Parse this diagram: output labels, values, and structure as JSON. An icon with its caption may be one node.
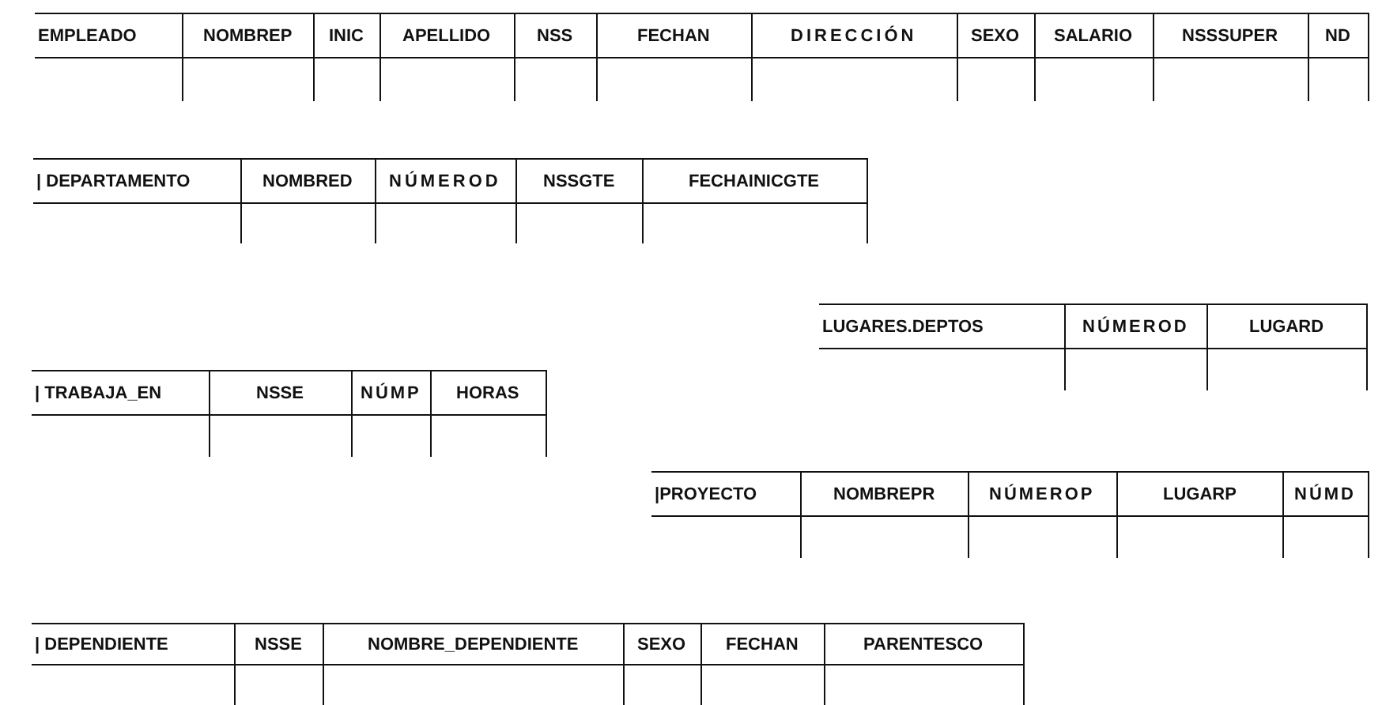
{
  "diagram": {
    "labels": [
      "EMPLEADO",
      "NOMBREP",
      "INIC",
      "APELLIDO",
      "NSS",
      "FECHAN",
      "DIRECCIÓN",
      "SEXO",
      "SALARIO",
      "NSSSUPER",
      "ND",
      "| DEPARTAMENTO",
      "NOMBRED",
      "NÚMEROD",
      "NSSGTE",
      "FECHAINICGTE",
      "LUGARES.DEPTOS",
      "NÚMEROD",
      "LUGARD",
      "| TRABAJA_EN",
      "NSSE",
      "NÚMP",
      "HORAS",
      "|PROYECTO",
      "NOMBREPR",
      "NÚMEROP",
      "LUGARP",
      "NÚMD",
      "| DEPENDIENTE",
      "NSSE",
      "NOMBRE_DEPENDIENTE",
      "SEXO",
      "FECHAN",
      "PARENTESCO"
    ]
  }
}
